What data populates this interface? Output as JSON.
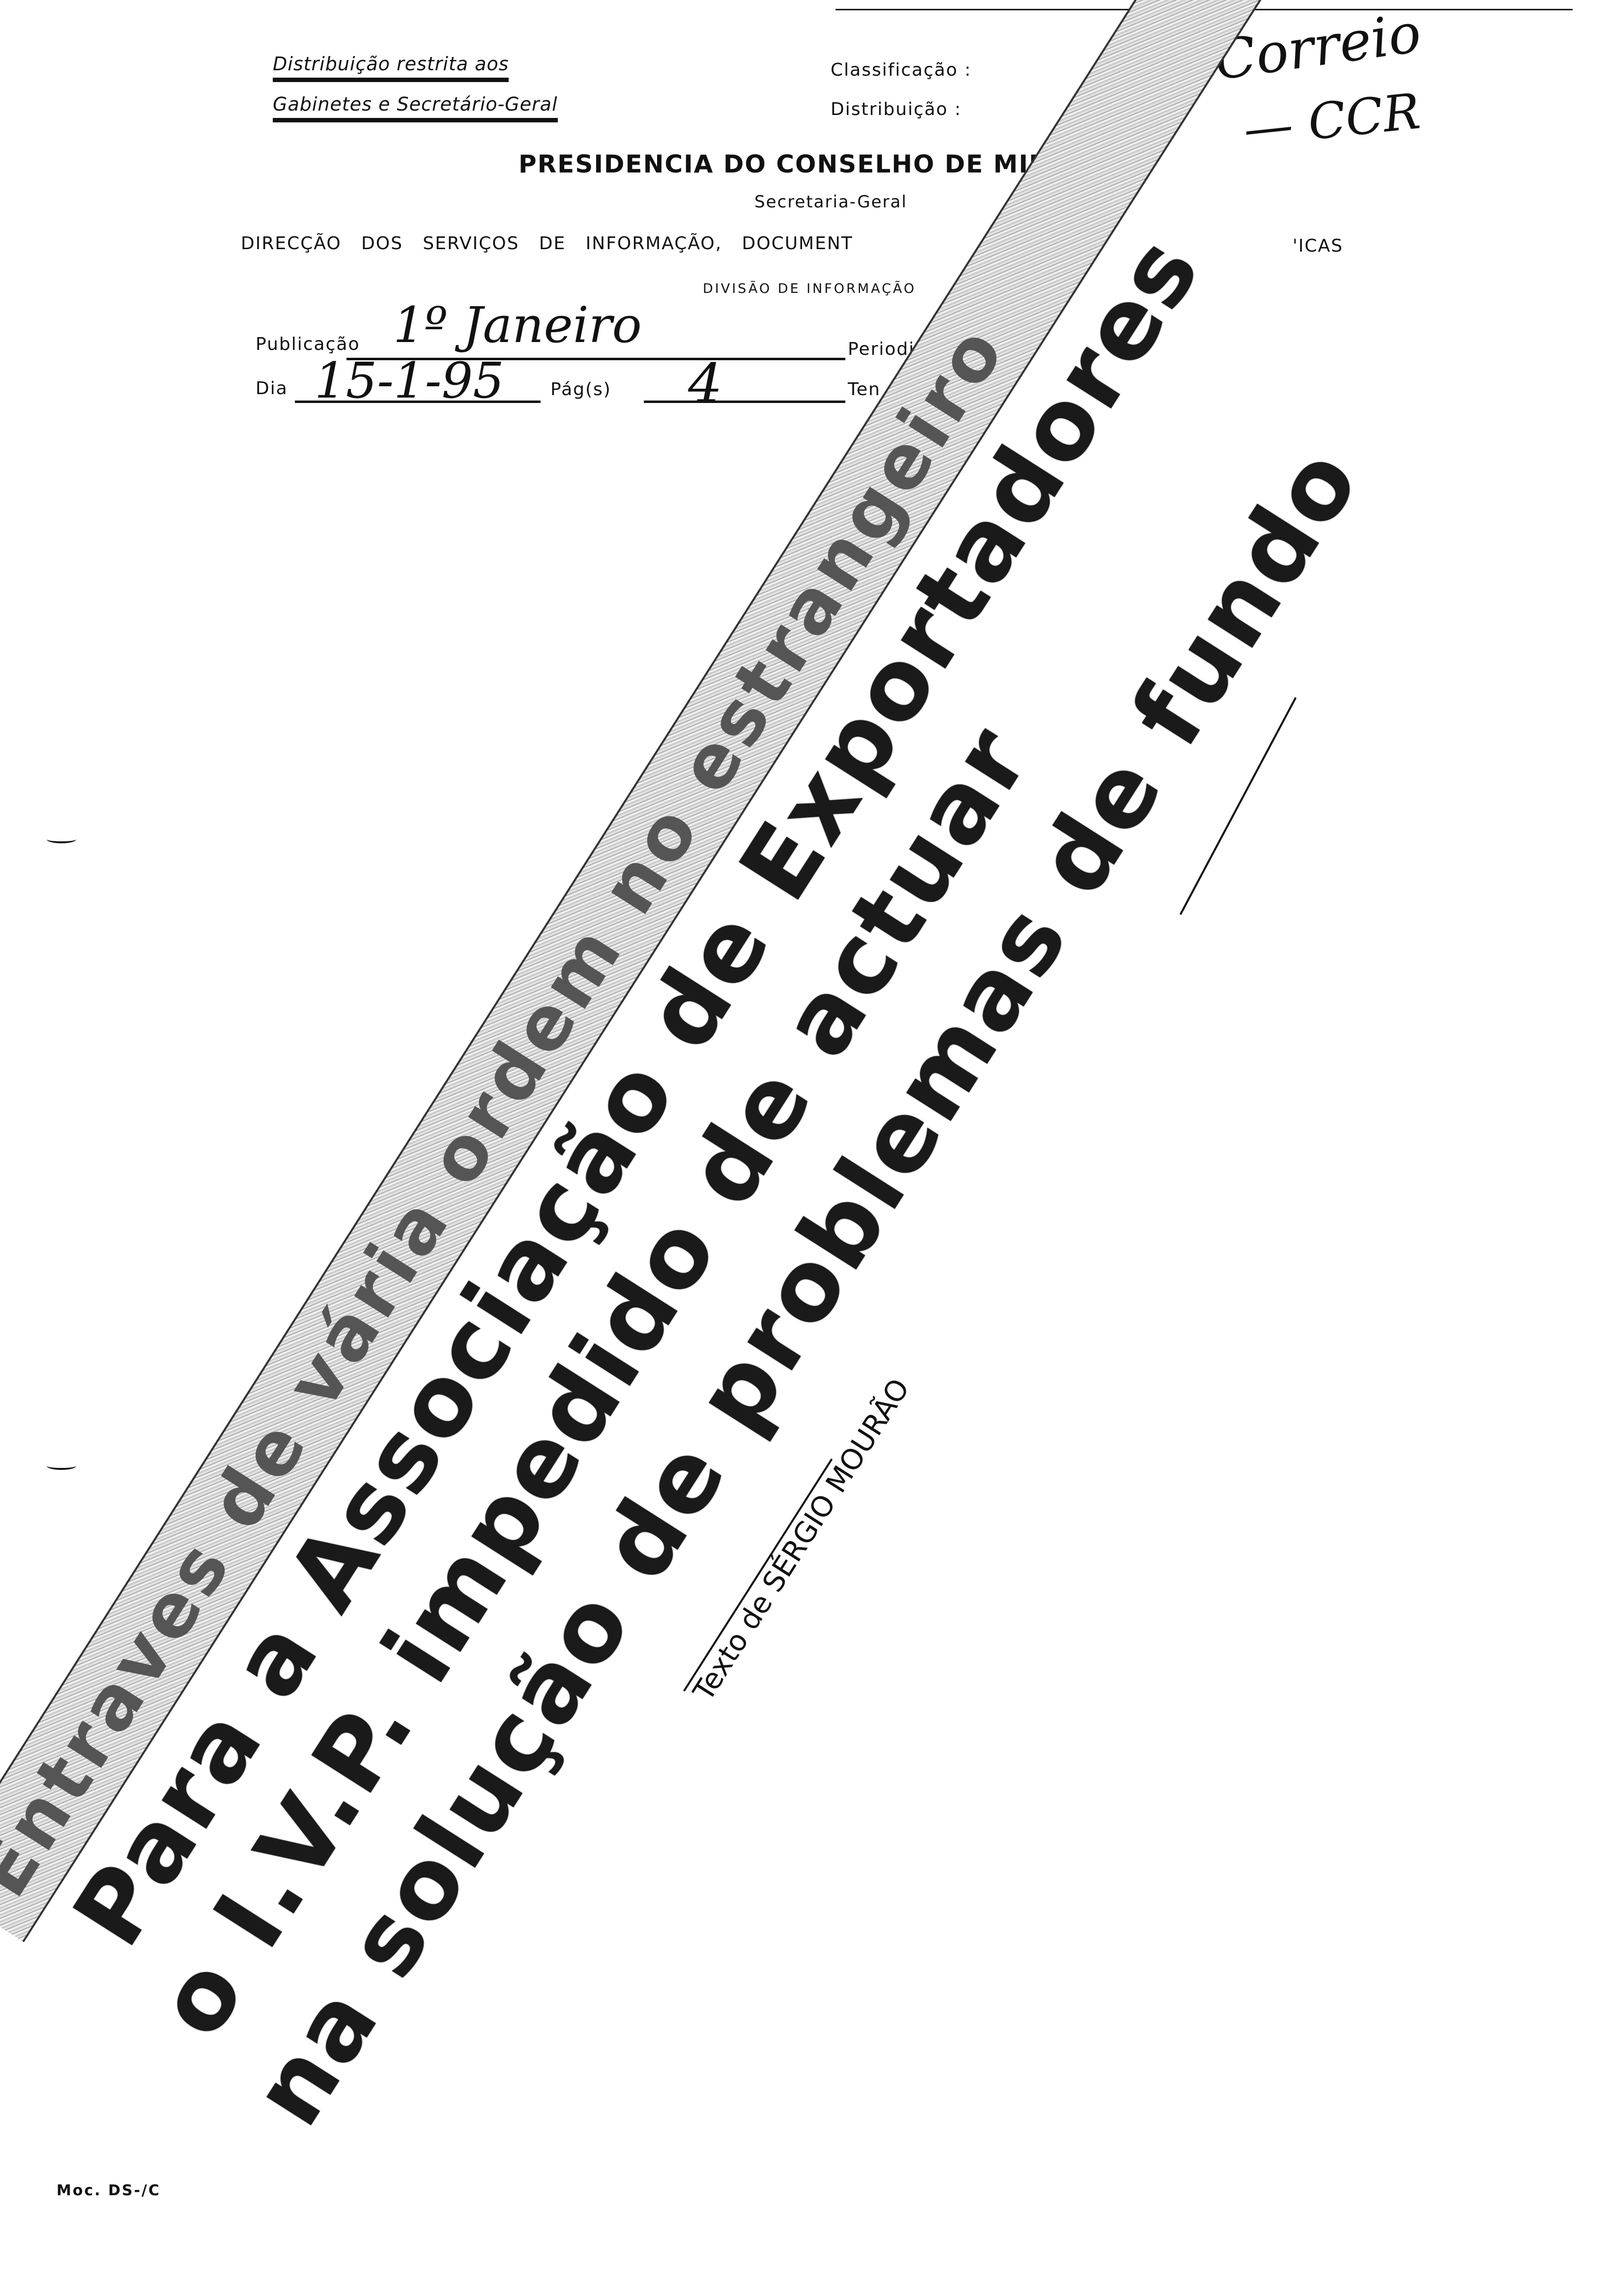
{
  "header": {
    "restricted_line1": "Distribuição restrita aos",
    "restricted_line2": "Gabinetes e Secretário-Geral",
    "classificacao_label": "Classificação :",
    "distribuicao_label": "Distribuição :",
    "title": "PRESIDENCIA DO CONSELHO DE MIN'",
    "subtitle": "Secretaria-Geral",
    "direccao": "DIRECÇÃO   DOS   SERVIÇOS   DE   INFORMAÇÃO,   DOCUMENT",
    "direccao_tail": "'ICAS",
    "divisao": "DIVISÃO DE INFORMAÇÃO"
  },
  "form": {
    "publicacao_label": "Publicação",
    "publicacao_value": "1º Janeiro",
    "periodicidade_label": "Periodi",
    "dia_label": "Dia",
    "dia_value": "15-1-95",
    "paginas_label": "Pág(s)",
    "paginas_value": "4",
    "tendencia_label": "Ten"
  },
  "annotations": {
    "top_right_1": "Correio",
    "top_right_2": "— CCR"
  },
  "article": {
    "kicker": "Entraves de vária ordem no estrangeiro",
    "headline_lines": [
      "Para a Associação de Exportadores",
      "o I.V.P. impedido de actuar",
      "na solução de problemas de fundo"
    ],
    "byline": "Texto de SÉRGIO MOURÃO"
  },
  "footer": {
    "form_code": "Moc. DS-/C"
  }
}
